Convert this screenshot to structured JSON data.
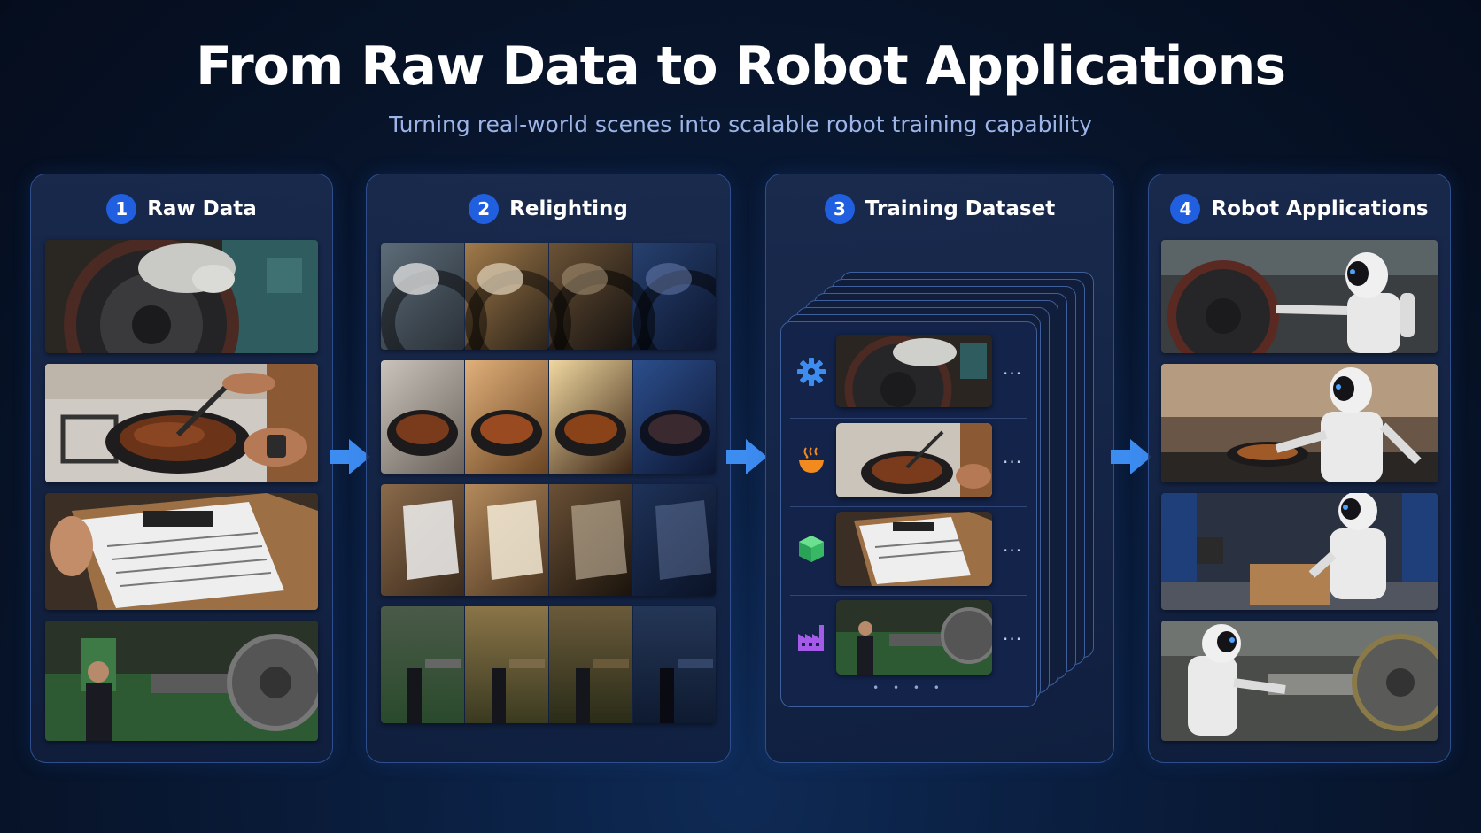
{
  "title": "From Raw Data to Robot Applications",
  "subtitle": "Turning real-world scenes into scalable robot training capability",
  "stages": [
    {
      "number": "1",
      "label": "Raw Data"
    },
    {
      "number": "2",
      "label": "Relighting"
    },
    {
      "number": "3",
      "label": "Training Dataset"
    },
    {
      "number": "4",
      "label": "Robot Applications"
    }
  ],
  "scenes": [
    "machining-gear",
    "cooking-pan",
    "shipping-box",
    "factory-lathe"
  ],
  "dataset": {
    "rows": [
      {
        "icon": "gear-icon",
        "more": "..."
      },
      {
        "icon": "food-bowl-icon",
        "more": "..."
      },
      {
        "icon": "package-icon",
        "more": "..."
      },
      {
        "icon": "factory-icon",
        "more": "..."
      }
    ],
    "pager": "• • • •"
  },
  "colors": {
    "accent": "#1f5fe0",
    "arrow": "#3d8cf0",
    "panel_border": "#2e4f8c",
    "subtitle": "#9db4e8"
  }
}
